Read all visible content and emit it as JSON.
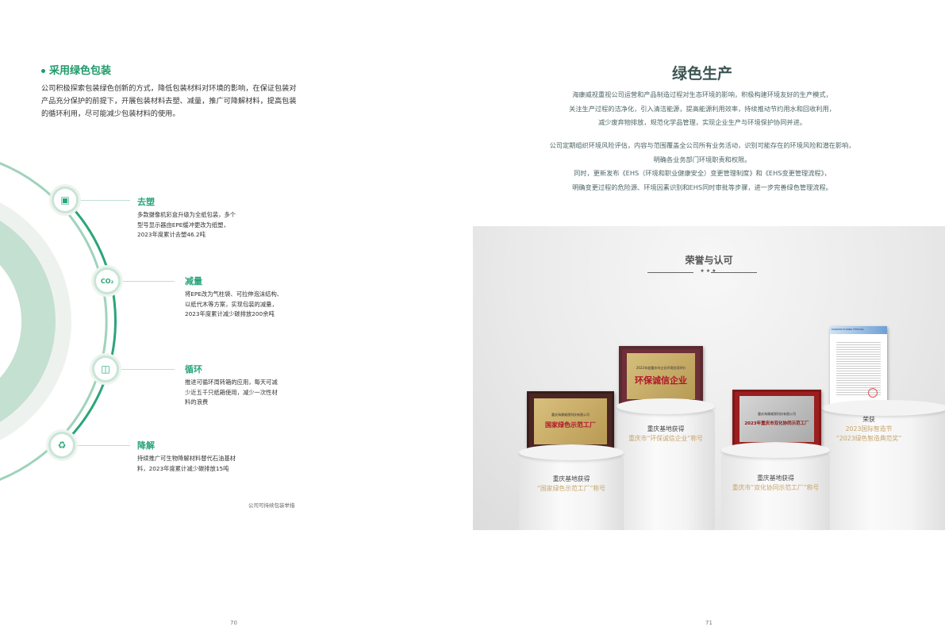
{
  "left_page": {
    "section_title": "采用绿色包装",
    "intro": "公司积极探索包装绿色创新的方式，降低包装材料对环境的影响，在保证包装对产品充分保护的前提下，开展包装材料去塑、减量，推广可降解材料，提高包装的循环利用，尽可能减少包装材料的使用。",
    "items": [
      {
        "title": "去塑",
        "text": "多款摄像机彩盒升级为全纸包装，多个型号显示器由EPE缓冲更改为纸塑，2023年度累计去塑46.2吨",
        "icon": "box-leaf-icon"
      },
      {
        "title": "减量",
        "text": "将EPE改为气柱袋、可拉伸泡沫结构、以纸代木等方案，实现包装的减量，2023年度累计减少碳排放200余吨",
        "icon": "co2-cloud-icon",
        "icon_text": "CO₂"
      },
      {
        "title": "循环",
        "text": "推进可循环周转箱的应用，每天可减少近五千只纸箱使用，减少一次性材料的浪费",
        "icon": "recycle-box-icon"
      },
      {
        "title": "降解",
        "text": "持续推广可生物降解材料替代石油基材料，2023年度累计减少碳排放15吨",
        "icon": "recycle-icon"
      }
    ],
    "caption": "公司可持续包装举措",
    "page_number": "70"
  },
  "right_page": {
    "title": "绿色生产",
    "para1": [
      "海康威视重视公司运营和产品制造过程对生态环境的影响，积极构建环境友好的生产模式，",
      "关注生产过程的洁净化，引入清洁能源，提高能源利用效率，持续推动节约用水和回收利用，",
      "减少废弃物排放，规范化学品管理，实现企业生产与环境保护协同并进。"
    ],
    "para2": [
      "公司定期组织环境风险评估，内容与范围覆盖全公司所有业务活动，识别可能存在的环境风险和潜在影响，",
      "明确各业务部门环境职责和权限。",
      "同时，更新发布《EHS（环境和职业健康安全）变更管理制度》和《EHS变更管理流程》，",
      "明确变更过程的危险源、环境因素识别和EHS同时审批等步骤，进一步完善绿色管理流程。"
    ],
    "honors": {
      "title": "荣誉与认可",
      "stars": "★★★",
      "awards": [
        {
          "line1": "重庆基地获得",
          "line2": "“国家绿色示范工厂”称号",
          "plaque_org": "重庆海康威视科技有限公司",
          "plaque_title": "国家绿色示范工厂"
        },
        {
          "line1": "重庆基地获得",
          "line2": "重庆市“环保诚信企业”称号",
          "plaque_org": "2022年度重庆市企业环境信用评价",
          "plaque_title": "环保诚信企业"
        },
        {
          "line1": "重庆基地获得",
          "line2": "重庆市“双化协同示范工厂”称号",
          "plaque_org": "重庆海康威视科技有限公司",
          "plaque_title": "2023年重庆市双化协同示范工厂"
        },
        {
          "line1": "荣获",
          "line2": "2023国际智造节",
          "line3": "“2023绿色智造典范奖”",
          "plaque_org": "MANUFACTURING FESTIVAL"
        }
      ]
    },
    "page_number": "71"
  },
  "colors": {
    "accent_green": "#1e9a6a",
    "gold": "#c6a46a",
    "title_gray": "#3d5553"
  }
}
